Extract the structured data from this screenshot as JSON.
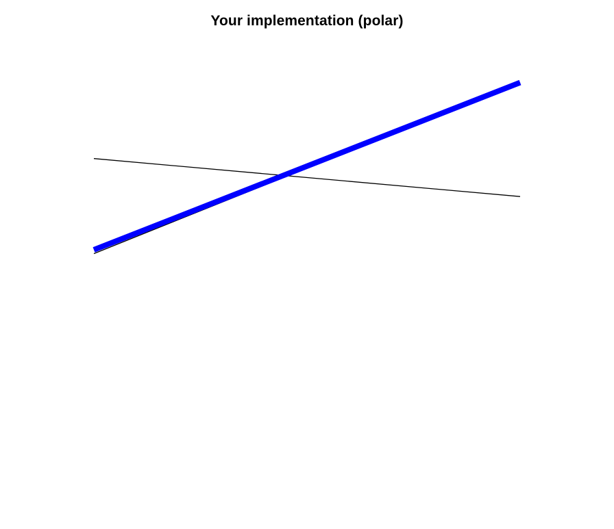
{
  "chart_data": {
    "type": "line",
    "title": "Your implementation (polar)",
    "xlabel": "",
    "ylabel": "",
    "xlim": [
      0,
      1
    ],
    "ylim": [
      -0.8,
      1.0
    ],
    "grid": false,
    "axes_visible": false,
    "series": [
      {
        "x": [
          0,
          1
        ],
        "y": [
          0.4,
          0.2
        ],
        "color": "#000000",
        "style": "thin"
      },
      {
        "x": [
          0,
          1
        ],
        "y": [
          -0.1,
          0.8
        ],
        "color": "#000000",
        "style": "thin"
      },
      {
        "x": [
          0,
          1
        ],
        "y": [
          -0.08,
          0.8
        ],
        "color": "#0000ff",
        "style": "thick"
      }
    ]
  }
}
